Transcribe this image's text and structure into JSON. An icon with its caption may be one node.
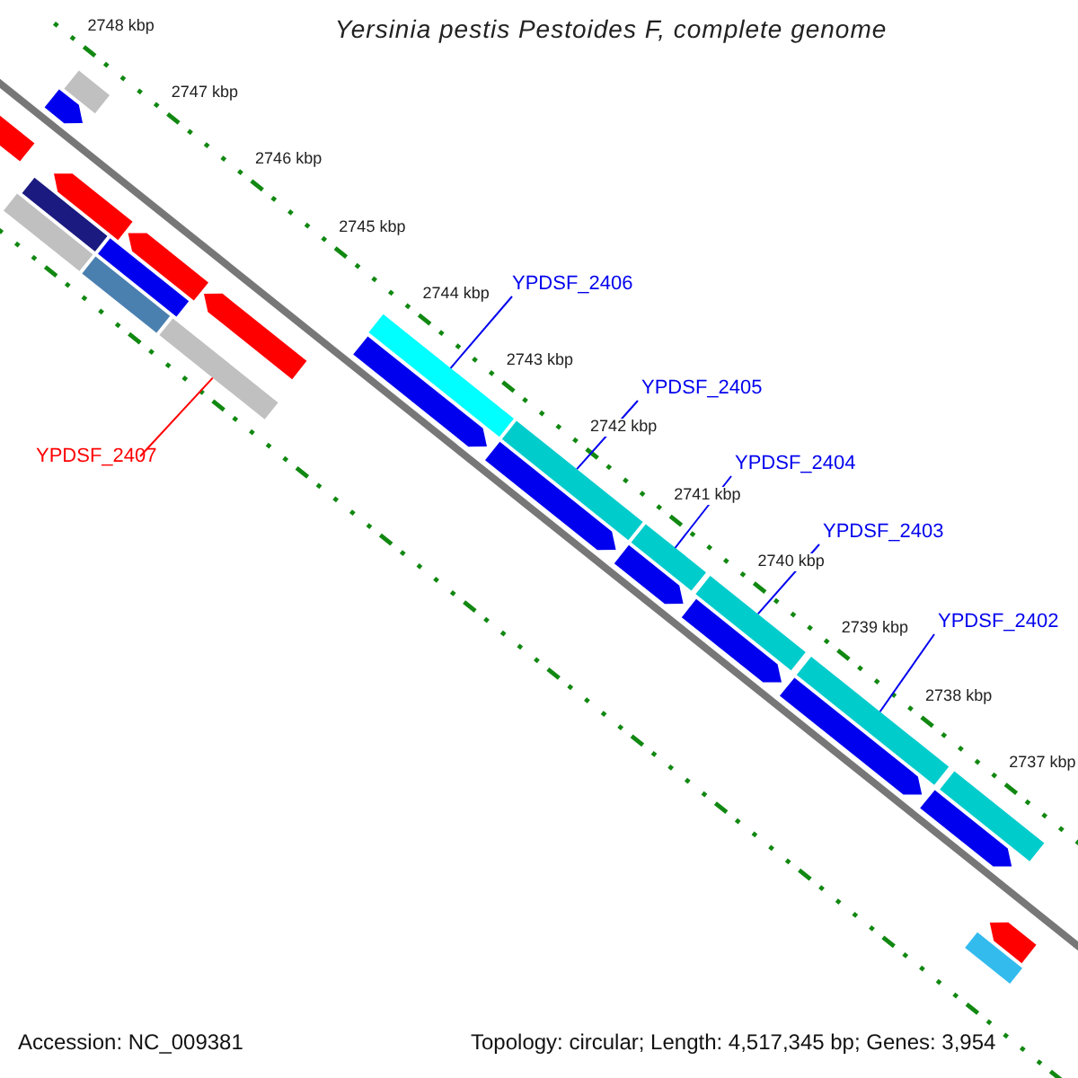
{
  "diagram": {
    "title": "Yersinia pestis Pestoides F, complete genome",
    "nodes": [
      {
        "text": [],
        "shape": "bar"
      },
      {
        "text": [],
        "shape": "bar"
      },
      {
        "text": [],
        "shape": "bar"
      },
      {
        "text": [],
        "shape": "bar"
      },
      {
        "text": [],
        "shape": "bar"
      },
      {
        "text": [],
        "shape": "bar"
      },
      {
        "text": [],
        "shape": "bar"
      },
      {
        "text": [],
        "shape": "bar"
      },
      {
        "text": [],
        "shape": "bar"
      },
      {
        "text": [],
        "shape": "bar"
      },
      {
        "text": [],
        "shape": "bar"
      },
      {
        "text": [],
        "shape": "bar"
      },
      {
        "text": [],
        "shape": "bar"
      },
      {
        "text": [],
        "shape": "bar"
      },
      {
        "text": [],
        "shape": "bar"
      },
      {
        "text": [],
        "shape": "bar"
      },
      {
        "text": [],
        "shape": "bar"
      },
      {
        "text": [],
        "shape": "bar"
      },
      {
        "text": [],
        "shape": "bar"
      },
      {
        "text": [],
        "shape": "bar"
      },
      {
        "text": [],
        "shape": "bar"
      },
      {
        "text": [],
        "shape": "bar"
      },
      {
        "text": [],
        "shape": "bar"
      },
      {
        "text": [],
        "shape": "bar"
      },
      {
        "text": [],
        "shape": "bar"
      },
      {
        "text": [
          "YPDSF_2406"
        ]
      },
      {
        "text": [
          "YPDSF_2405"
        ]
      },
      {
        "text": [
          "YPDSF_2404"
        ]
      },
      {
        "text": [
          "YPDSF_2403"
        ]
      },
      {
        "text": [
          "YPDSF_2402"
        ]
      },
      {
        "text": [
          "YPDSF_2407"
        ]
      }
    ],
    "edges": [
      {
        "from": 25,
        "to": 11,
        "arrow": "none"
      },
      {
        "from": 26,
        "to": 13,
        "arrow": "none"
      },
      {
        "from": 27,
        "to": 15,
        "arrow": "none"
      },
      {
        "from": 28,
        "to": 17,
        "arrow": "none"
      },
      {
        "from": 29,
        "to": 19,
        "arrow": "none"
      },
      {
        "from": 30,
        "to": 10,
        "arrow": "none",
        "color": "#ff0000"
      }
    ],
    "labels": [
      "2748 kbp",
      "2747 kbp",
      "2746 kbp",
      "2745 kbp",
      "2744 kbp",
      "2743 kbp",
      "2742 kbp",
      "2741 kbp",
      "2740 kbp",
      "2739 kbp",
      "2738 kbp",
      "2737 kbp",
      "Accession: NC_009381",
      "Topology: circular; Length: 4,517,345 bp; Genes: 3,954"
    ]
  }
}
